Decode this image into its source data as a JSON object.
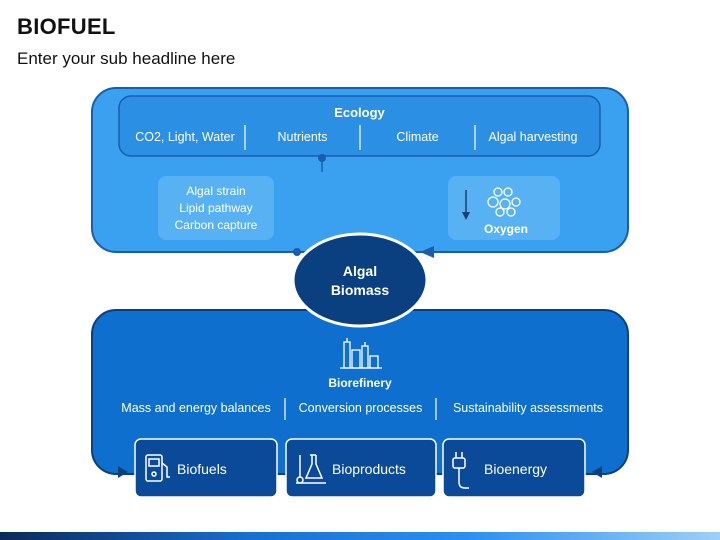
{
  "title": "BIOFUEL",
  "subtitle": "Enter your sub headline here",
  "colors": {
    "top_panel": "#3aa0f0",
    "ecology_box": "#2b8fe4",
    "inner_box": "#57b1f3",
    "bottom_panel": "#0e6fcf",
    "product_box": "#0b4a98",
    "center_ellipse": "#0a3f80",
    "connector": "#1a5db0"
  },
  "ecology": {
    "heading": "Ecology",
    "items": [
      "CO2, Light, Water",
      "Nutrients",
      "Climate",
      "Algal harvesting"
    ]
  },
  "strain_box": {
    "lines": [
      "Algal strain",
      "Lipid pathway",
      "Carbon capture"
    ]
  },
  "oxygen_box": {
    "label": "Oxygen"
  },
  "center": {
    "line1": "Algal",
    "line2": "Biomass"
  },
  "biorefinery": {
    "label": "Biorefinery",
    "items": [
      "Mass and energy balances",
      "Conversion processes",
      "Sustainability assessments"
    ]
  },
  "products": [
    {
      "label": "Biofuels",
      "icon": "fuel-pump-icon"
    },
    {
      "label": "Bioproducts",
      "icon": "lab-flask-icon"
    },
    {
      "label": "Bioenergy",
      "icon": "power-plug-icon"
    }
  ]
}
